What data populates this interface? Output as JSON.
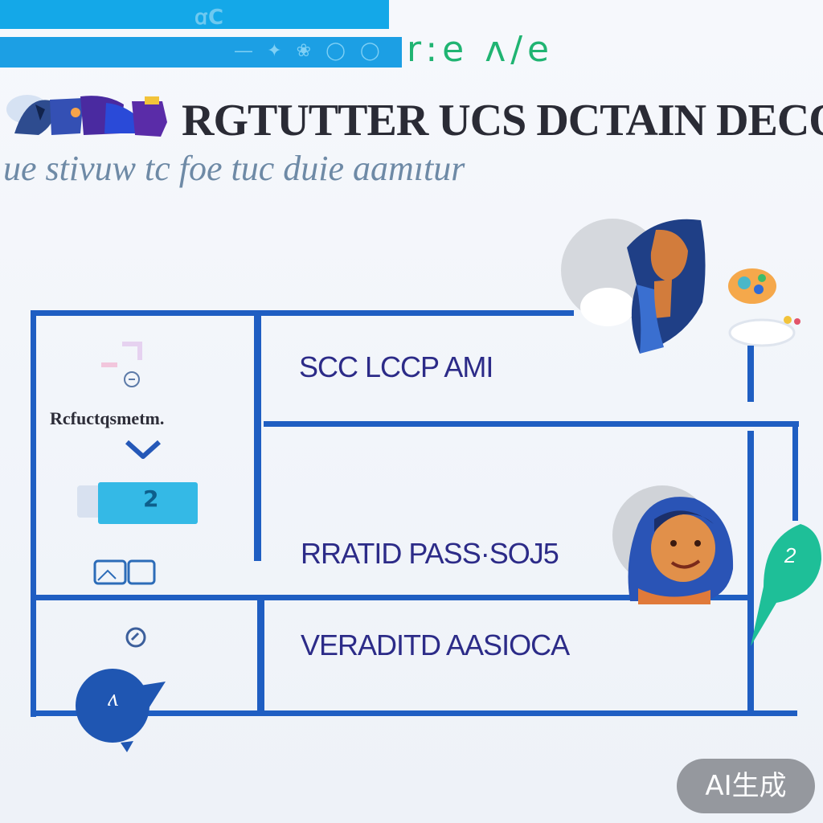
{
  "header": {
    "topbar_text": "ꭤC",
    "subbar_icons": "— ✦ ❀ ◯ ◯",
    "green_word": "r:e ʌ/e"
  },
  "hero": {
    "heading": "RGTUTTER UCS DCTAIN DECOUT T",
    "subheading": "ue stivuw tc  foe tuc duie aamıtur"
  },
  "table": {
    "rows": [
      {
        "label": "SCC LCCP AMI"
      },
      {
        "label": "RRATID PASS·SOJ5"
      },
      {
        "label": "VERADITD AASIOCA"
      }
    ],
    "left_panel": {
      "label": "Rcfuctqsmetm.",
      "chip_text": "2"
    }
  },
  "bubbles": {
    "teal_number": "2",
    "blue_char": "ʌ"
  },
  "badge": {
    "label": "AI生成"
  },
  "colors": {
    "accent_blue": "#1f5ec2",
    "topbar_blue": "#14a8e8",
    "green": "#20b472",
    "teal": "#1ebf98",
    "text_purple": "#2c2b88"
  }
}
